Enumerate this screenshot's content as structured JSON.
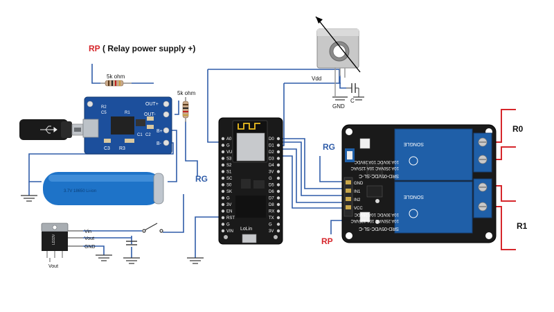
{
  "labels": {
    "rp_title_prefix": "RP",
    "rp_title_text": "( Relay power supply +)",
    "rp_bottom": "RP",
    "rg_left": "RG",
    "rg_right": "RG",
    "r0": "R0",
    "r1": "R1",
    "vdd": "Vdd",
    "gnd": "GND",
    "cap_c": "C",
    "res_top": "5k ohm",
    "res_side": "5k ohm",
    "reg_vin": "Vin",
    "reg_vout": "Vout",
    "reg_gnd": "GND",
    "reg_vout_pin": "Vout",
    "nodemcu_brand": "LoLin"
  },
  "charger": {
    "out_plus": "OUT+",
    "out_minus": "OUT-",
    "b_plus": "B+",
    "b_minus": "B-",
    "c3": "C3",
    "r3": "R3",
    "c1": "C1",
    "c2": "C2",
    "r1": "R1",
    "c5": "C5",
    "r2": "R2"
  },
  "battery_text": "3.7V 18650 Li-ion",
  "nodemcu_pins_left": [
    "A0",
    "G",
    "VU",
    "S3",
    "S2",
    "S1",
    "SC",
    "S0",
    "SK",
    "G",
    "3V",
    "EN",
    "RST",
    "G",
    "VIN"
  ],
  "nodemcu_pins_right": [
    "D0",
    "D1",
    "D2",
    "D3",
    "D4",
    "3V",
    "G",
    "D5",
    "D6",
    "D7",
    "D8",
    "RX",
    "TX",
    "G",
    "3V"
  ],
  "relay_module": {
    "relay_line1": "SRD-05VDC-SL-C",
    "relay_line2": "10A 250VAC 10A 125VAC",
    "relay_line3": "10A 30VDC 10A 28VDC",
    "brand": "SONGLE",
    "input_pins": [
      "GND",
      "IN1",
      "IN2",
      "VCC"
    ]
  },
  "colors": {
    "wire": "#2f5ca8",
    "red_label": "#d6262b",
    "relay_blue": "#1f5fa8",
    "pcb_blue": "#1c4f9c",
    "board_black": "#1a1a1a",
    "battery": "#1e73c8"
  }
}
